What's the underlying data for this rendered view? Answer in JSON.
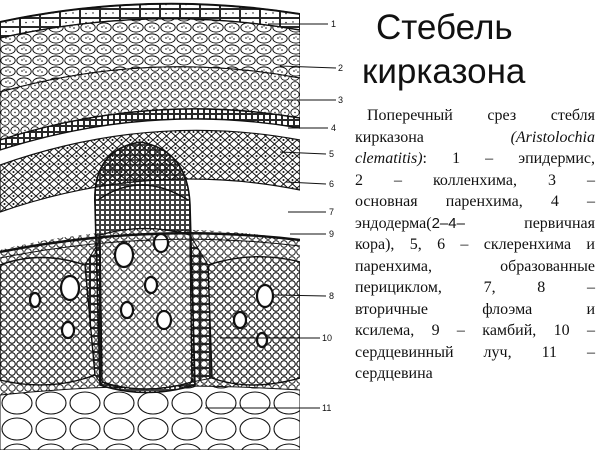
{
  "title": {
    "line1": "Стебель",
    "line2": "кирказона"
  },
  "caption": {
    "l1": "Поперечный срез стебля",
    "l2a": "кирказона ",
    "l2b": "(Aristolochia",
    "l3a": "clematitis)",
    "l3b": ": 1 – эпидермис,",
    "l4": "2 – колленхима, 3 –",
    "l5": "основная паренхима, 4 –",
    "l6a": "эндодерма(",
    "l6b": "2–4–",
    "l6c": " первичная",
    "l7": "кора), 5, 6 – склеренхима и",
    "l8": "паренхима, образованные",
    "l9": "перициклом, 7, 8 –",
    "l10": "вторичные флоэма и",
    "l11": "ксилема, 9 – камбий, 10 –",
    "l12": "сердцевинный луч, 11 –",
    "l13": "сердцевина"
  },
  "labels": [
    "1",
    "2",
    "3",
    "4",
    "5",
    "6",
    "7",
    "9",
    "8",
    "10",
    "11"
  ],
  "colors": {
    "ink": "#111111",
    "paper": "#ffffff"
  }
}
